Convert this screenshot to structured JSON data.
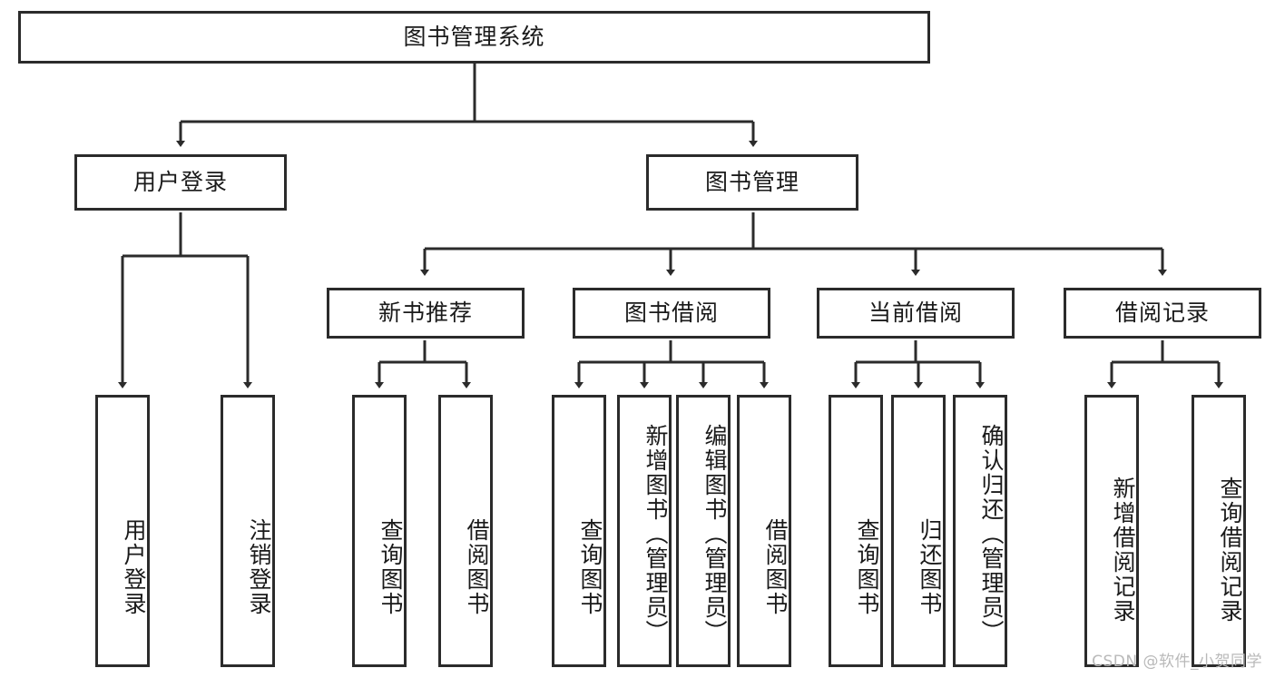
{
  "diagram": {
    "type": "tree-hierarchy",
    "orientation": "top-down",
    "root": {
      "label": "图书管理系统"
    },
    "level2": [
      {
        "label": "用户登录"
      },
      {
        "label": "图书管理"
      }
    ],
    "level3": [
      {
        "label": "新书推荐"
      },
      {
        "label": "图书借阅"
      },
      {
        "label": "当前借阅"
      },
      {
        "label": "借阅记录"
      }
    ],
    "leaves": {
      "user_login": [
        {
          "label": "用户登录"
        },
        {
          "label": "注销登录"
        }
      ],
      "new_book_recommend": [
        {
          "label": "查询图书"
        },
        {
          "label": "借阅图书"
        }
      ],
      "book_borrow": [
        {
          "label": "查询图书"
        },
        {
          "label": "新增图书（管理员）"
        },
        {
          "label": "编辑图书（管理员）"
        },
        {
          "label": "借阅图书"
        }
      ],
      "current_borrow": [
        {
          "label": "查询图书"
        },
        {
          "label": "归还图书"
        },
        {
          "label": "确认归还（管理员）"
        }
      ],
      "borrow_record": [
        {
          "label": "新增借阅记录"
        },
        {
          "label": "查询借阅记录"
        }
      ]
    }
  },
  "watermark": {
    "text": "CSDN @软件_小贺同学"
  },
  "colors": {
    "stroke": "#2b2b2b",
    "background": "#ffffff",
    "text": "#1a1a1a",
    "watermark": "#b9b9b9"
  }
}
